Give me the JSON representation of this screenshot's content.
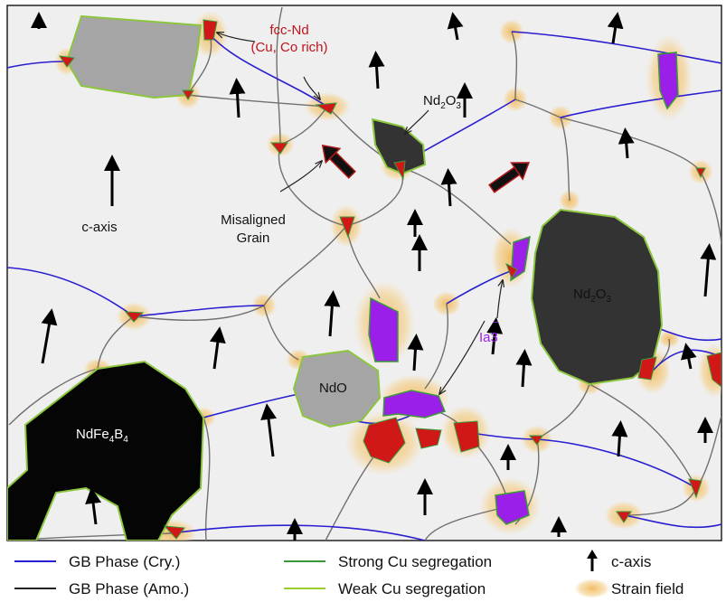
{
  "labels": {
    "fcc_nd_line1": "fcc-Nd",
    "fcc_nd_line2": "(Cu, Co rich)",
    "nd2o3": "Nd",
    "nd2o3_sub": "2",
    "nd2o3_o": "O",
    "nd2o3_sub2": "3",
    "c_axis": "c-axis",
    "misaligned_line1": "Misaligned",
    "misaligned_line2": "Grain",
    "ia3_main": "Ia3",
    "ia3_bar": "‾",
    "ndo": "NdO",
    "ndfe4b4_a": "NdFe",
    "ndfe4b4_sub1": "4",
    "ndfe4b4_b": "B",
    "ndfe4b4_sub2": "4"
  },
  "legend": {
    "gb_cry": "GB Phase (Cry.)",
    "gb_amo": "GB Phase (Amo.)",
    "strong_cu": "Strong Cu segregation",
    "weak_cu": "Weak Cu segregation",
    "c_axis": "c-axis",
    "strain": "Strain field"
  },
  "colors": {
    "background": "#efefef",
    "gb_cry": "#2a1fd0",
    "gb_amo": "#6e6e6e",
    "strong_cu": "#3a9a3a",
    "weak_cu": "#9acd32",
    "strain": "#f2c77a",
    "fcc_nd": "#d01818",
    "ia3": "#9b1fe8",
    "nd2o3": "#333333",
    "ndo": "#a5a5a5",
    "ndfe4b4": "#050505",
    "misaligned_arrow": "#b01818"
  }
}
